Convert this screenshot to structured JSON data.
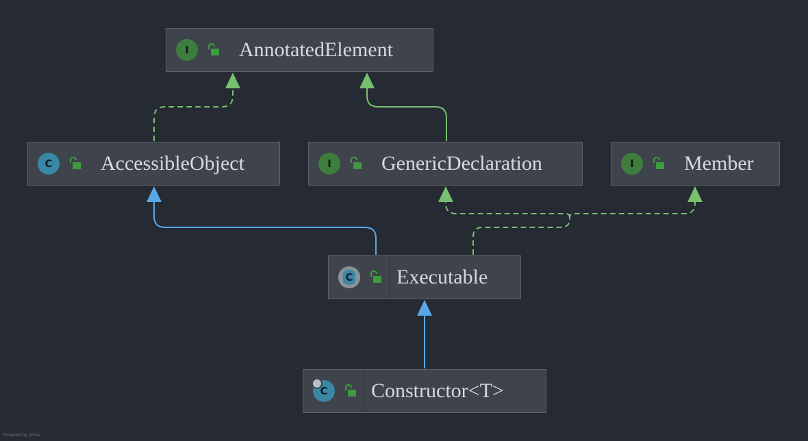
{
  "nodes": {
    "annotated_element": {
      "label": "AnnotatedElement",
      "kind": "interface",
      "badge_letter": "I"
    },
    "accessible_object": {
      "label": "AccessibleObject",
      "kind": "class",
      "badge_letter": "C"
    },
    "generic_declaration": {
      "label": "GenericDeclaration",
      "kind": "interface",
      "badge_letter": "I"
    },
    "member": {
      "label": "Member",
      "kind": "interface",
      "badge_letter": "I"
    },
    "executable": {
      "label": "Executable",
      "kind": "abstract-class",
      "badge_letter": "C"
    },
    "constructor": {
      "label": "Constructor<T>",
      "kind": "final-class",
      "badge_letter": "C"
    }
  },
  "edges": [
    {
      "from": "accessible_object",
      "to": "annotated_element",
      "type": "implements"
    },
    {
      "from": "generic_declaration",
      "to": "annotated_element",
      "type": "extends-interface"
    },
    {
      "from": "executable",
      "to": "accessible_object",
      "type": "extends"
    },
    {
      "from": "executable",
      "to": "generic_declaration",
      "type": "implements"
    },
    {
      "from": "executable",
      "to": "member",
      "type": "implements"
    },
    {
      "from": "constructor",
      "to": "executable",
      "type": "extends"
    }
  ],
  "colors": {
    "background": "#262a33",
    "node_fill": "#3e434c",
    "node_border": "#5d6169",
    "text": "#d6d9de",
    "interface_badge": "#3f7d3f",
    "class_badge": "#3a87a6",
    "extends_edge": "#5aa7e6",
    "implements_edge": "#77c06f",
    "lock_icon": "#3f9b3f"
  },
  "footer": {
    "text": "Powered by yFiles"
  }
}
